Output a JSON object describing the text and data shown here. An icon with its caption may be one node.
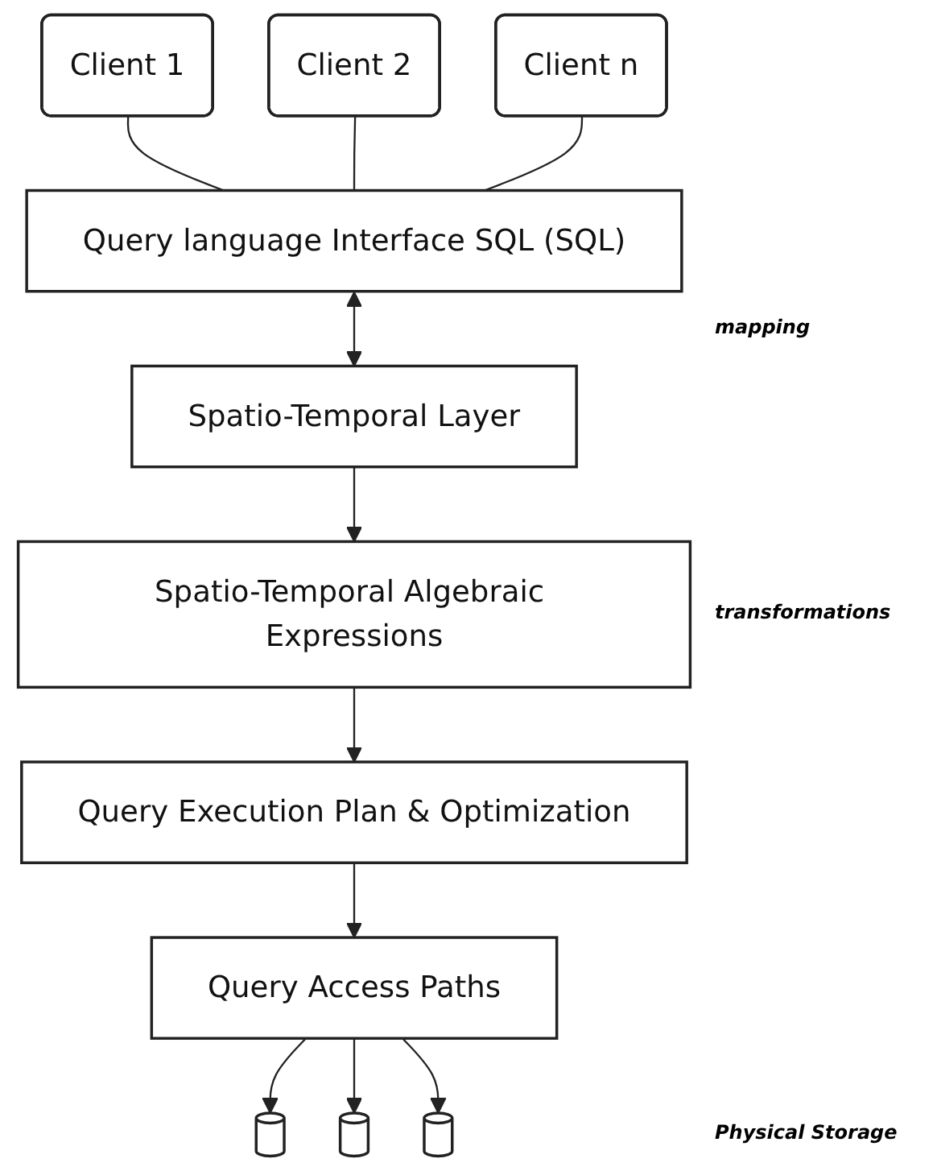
{
  "diagram": {
    "nodes": [
      {
        "text": [
          "Client 1"
        ]
      },
      {
        "text": [
          "Client 2"
        ]
      },
      {
        "text": [
          "Client n"
        ]
      },
      {
        "text": [
          "Query language Interface SQL (SQL)"
        ]
      },
      {
        "text": [
          "Spatio-Temporal Layer"
        ]
      },
      {
        "text": [
          "Spatio-Temporal Algebraic Expressions"
        ]
      },
      {
        "text": [
          "Query Execution Plan & Optimization"
        ]
      },
      {
        "text": [
          "Query Access Paths"
        ]
      },
      {
        "text": [],
        "shape": "cylinder"
      },
      {
        "text": [],
        "shape": "cylinder"
      },
      {
        "text": [],
        "shape": "cylinder"
      }
    ],
    "edges": [
      {
        "from": 0,
        "to": 3,
        "arrow": "none"
      },
      {
        "from": 1,
        "to": 3,
        "arrow": "none"
      },
      {
        "from": 2,
        "to": 3,
        "arrow": "none"
      },
      {
        "from": 3,
        "to": 4,
        "arrow": "both"
      },
      {
        "from": 4,
        "to": 5,
        "arrow": "to"
      },
      {
        "from": 5,
        "to": 6,
        "arrow": "to"
      },
      {
        "from": 6,
        "to": 7,
        "arrow": "to"
      },
      {
        "from": 7,
        "to": 8,
        "arrow": "to"
      },
      {
        "from": 7,
        "to": 9,
        "arrow": "to"
      },
      {
        "from": 7,
        "to": 10,
        "arrow": "to"
      }
    ],
    "labels": [
      "mapping",
      "transformations",
      "Physical Storage"
    ]
  }
}
